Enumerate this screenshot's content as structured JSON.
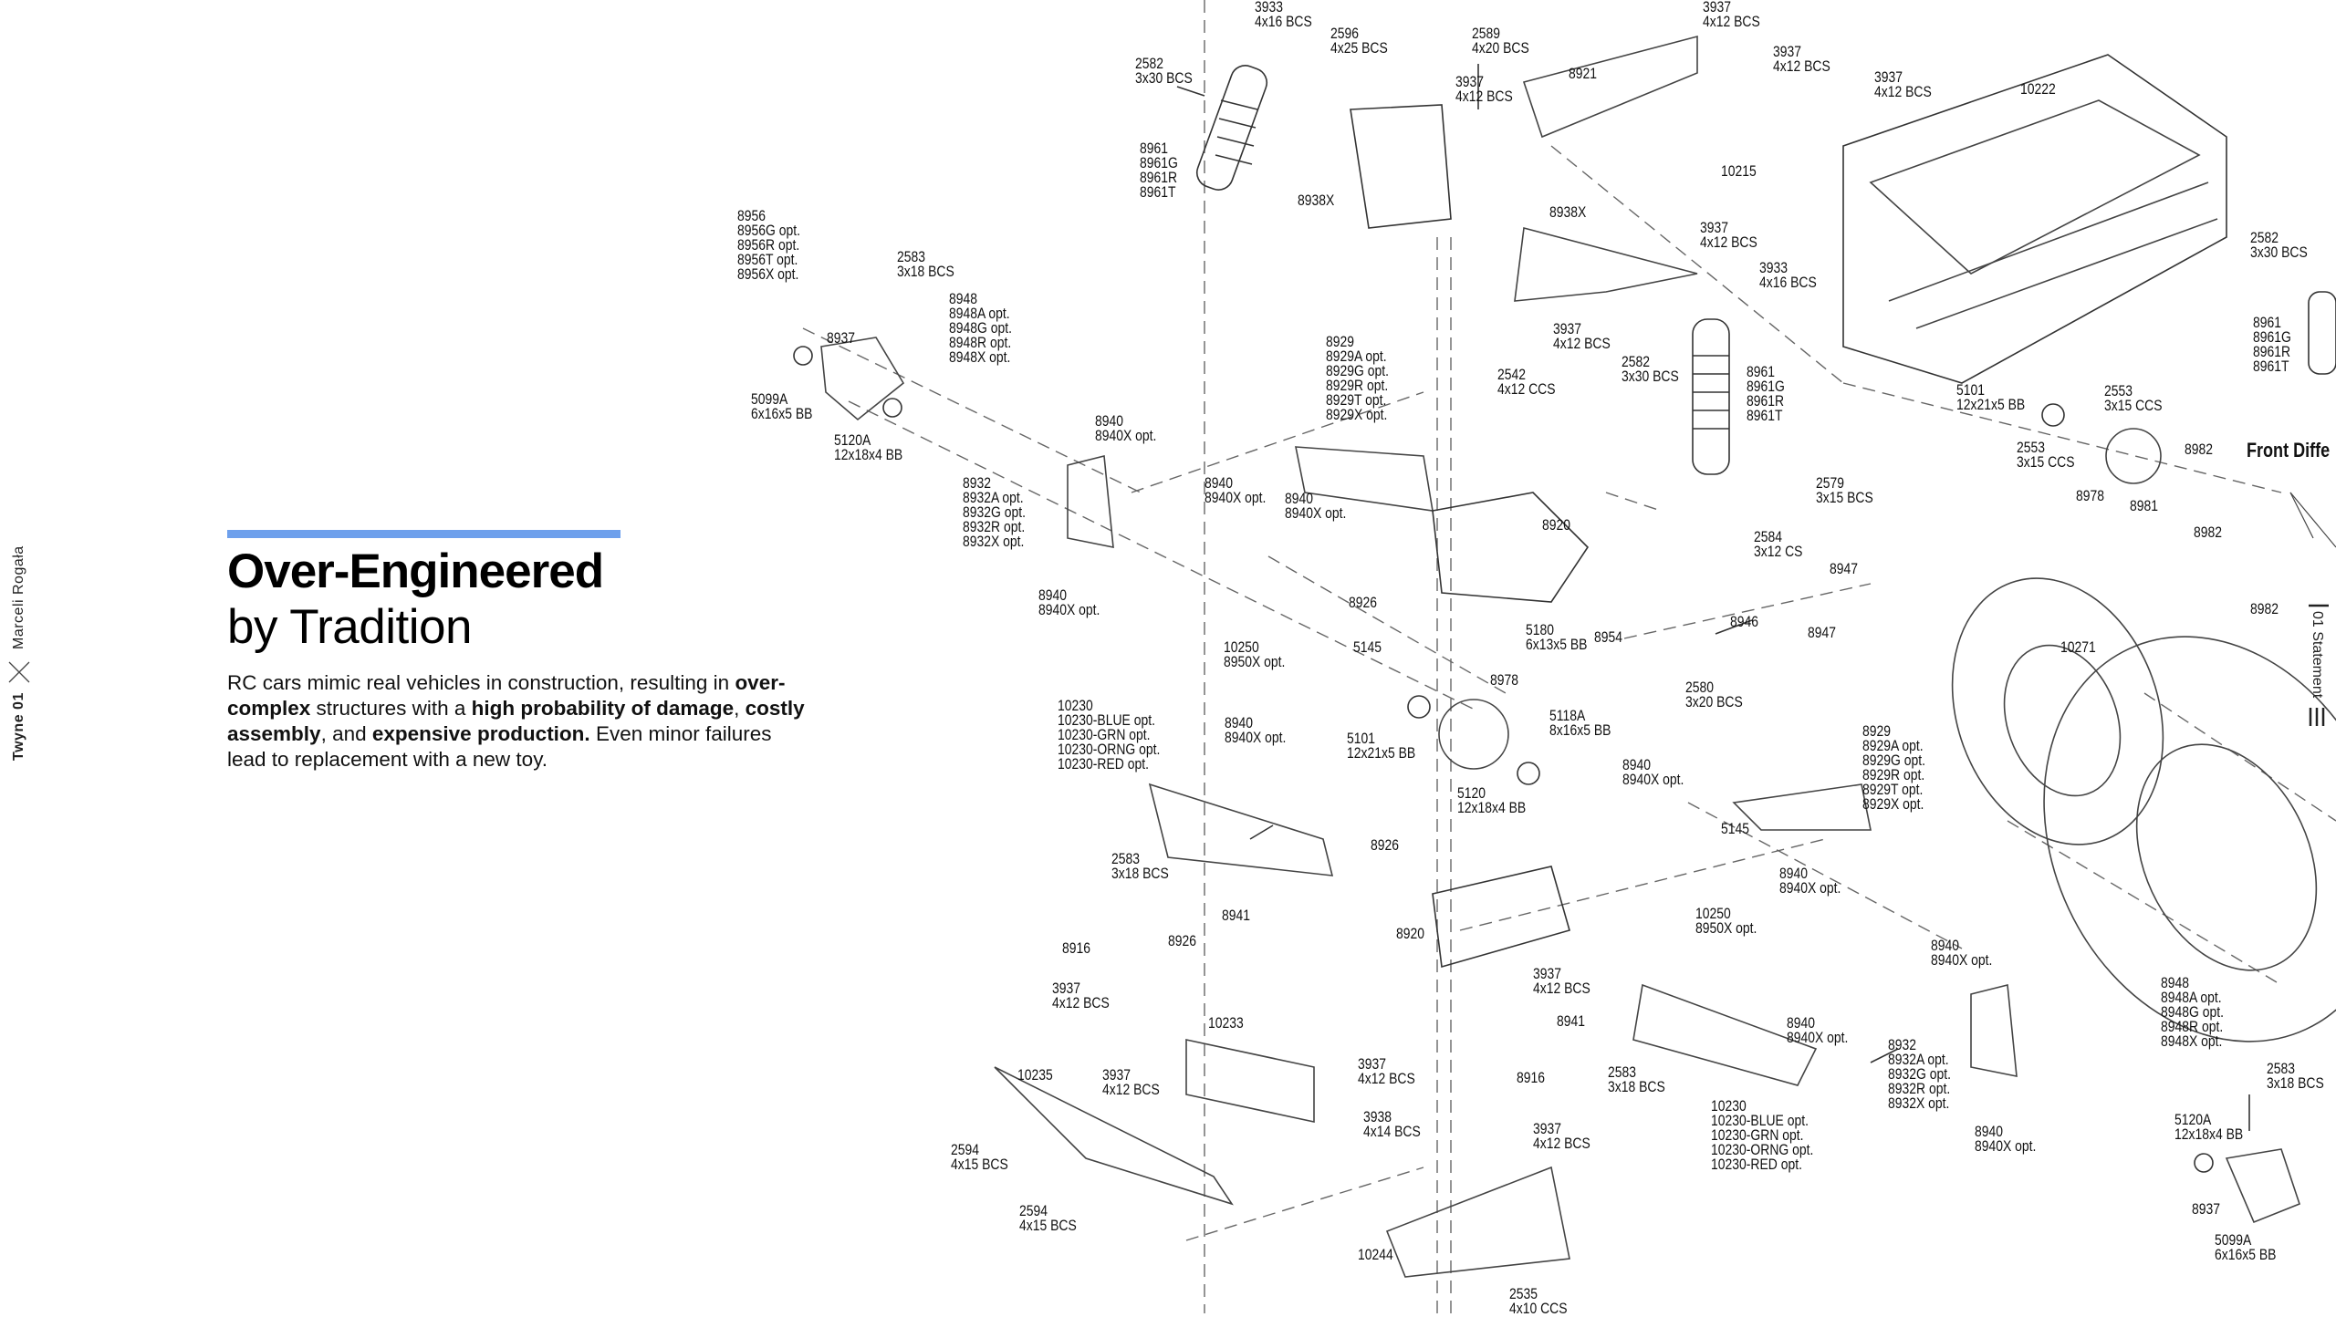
{
  "sidebar": {
    "author": "Marceli Rogała",
    "deck": "Twyne 01"
  },
  "section": {
    "label": "01 Statement"
  },
  "hero": {
    "title_bold": "Over-Engineered",
    "title_rest": "by Tradition",
    "p1": "RC cars mimic real vehicles in construction, resulting in ",
    "b1": "over-complex",
    "p2": " structures with a ",
    "b2": "high probability of damage",
    "p3": ", ",
    "b3": "costly assembly",
    "p4": ", and ",
    "b4": "expensive production.",
    "p5": " Even minor failures lead to replacement with a new toy."
  },
  "colors": {
    "accent": "#6ea0ec",
    "line": "#555555"
  },
  "diagram": {
    "labels": [
      "3933\n4x16 BCS",
      "2582\n3x30 BCS",
      "2596\n4x25 BCS",
      "2589\n4x20 BCS",
      "3937\n4x12 BCS",
      "8921",
      "3937\n4x12 BCS",
      "3937\n4x12 BCS",
      "10222",
      "3937\n4x12 BCS",
      "8961\n8961G\n8961R\n8961T",
      "8938X",
      "10215",
      "8938X",
      "3937\n4x12 BCS",
      "3933\n4x16 BCS",
      "8956\n8956G opt.\n8956R opt.\n8956T opt.\n8956X opt.",
      "2583\n3x18 BCS",
      "8948\n8948A opt.\n8948G opt.\n8948R opt.\n8948X opt.",
      "8937",
      "5099A\n6x16x5 BB",
      "5120A\n12x18x4 BB",
      "8940\n8940X opt.",
      "8929\n8929A opt.\n8929G opt.\n8929R opt.\n8929T opt.\n8929X opt.",
      "3937\n4x12 BCS",
      "2582\n3x30 BCS",
      "2542\n4x12 CCS",
      "8961\n8961G\n8961R\n8961T",
      "5101\n12x21x5 BB",
      "2553\n3x15 CCS",
      "2582\n3x30 BCS",
      "8961\n8961G\n8961R\n8961T",
      "Front Diffe",
      "8982",
      "2553\n3x15 CCS",
      "8978",
      "8981",
      "8982",
      "8982",
      "8932\n8932A opt.\n8932G opt.\n8932R opt.\n8932X opt.",
      "8940\n8940X opt.",
      "8940\n8940X opt.",
      "8920",
      "2579\n3x15 BCS",
      "2584\n3x12 CS",
      "8947",
      "8926",
      "8940\n8940X opt.",
      "5180\n6x13x5 BB",
      "8954",
      "8946",
      "8947",
      "10271",
      "10250\n8950X opt.",
      "5145",
      "8978",
      "2580\n3x20 BCS",
      "5118A\n8x16x5 BB",
      "10230\n10230-BLUE opt.\n10230-GRN opt.\n10230-ORNG opt.\n10230-RED opt.",
      "8940\n8940X opt.",
      "5101\n12x21x5 BB",
      "5120\n12x18x4 BB",
      "8940\n8940X opt.",
      "8929\n8929A opt.\n8929G opt.\n8929R opt.\n8929T opt.\n8929X opt.",
      "5145",
      "8926",
      "2583\n3x18 BCS",
      "8940\n8940X opt.",
      "8941",
      "10250\n8950X opt.",
      "8916",
      "8926",
      "8920",
      "8940\n8940X opt.",
      "3937\n4x12 BCS",
      "3937\n4x12 BCS",
      "8948\n8948A opt.\n8948G opt.\n8948R opt.\n8948X opt.",
      "10233",
      "8941",
      "8940\n8940X opt.",
      "8932\n8932A opt.\n8932G opt.\n8932R opt.\n8932X opt.",
      "2583\n3x18 BCS",
      "10235",
      "3937\n4x12 BCS",
      "3937\n4x12 BCS",
      "8916",
      "2583\n3x18 BCS",
      "10230\n10230-BLUE opt.\n10230-GRN opt.\n10230-ORNG opt.\n10230-RED opt.",
      "5120A\n12x18x4 BB",
      "3938\n4x14 BCS",
      "3937\n4x12 BCS",
      "8940\n8940X opt.",
      "2594\n4x15 BCS",
      "8937",
      "2594\n4x15 BCS",
      "5099A\n6x16x5 BB",
      "10244",
      "2535\n4x10 CCS"
    ]
  }
}
